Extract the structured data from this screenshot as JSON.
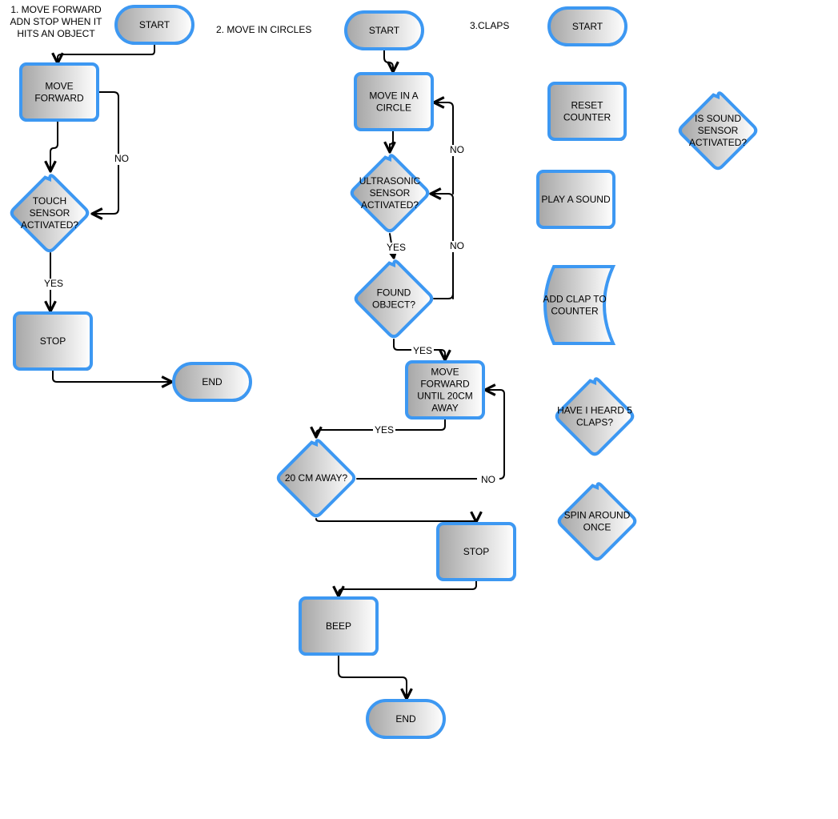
{
  "colors": {
    "border": "#3d98f2",
    "gradient_start": "#a9a9a9",
    "gradient_end": "#ffffff",
    "line": "#000000"
  },
  "titles": {
    "flow1": "1. MOVE FORWARD ADN STOP WHEN IT HITS AN OBJECT",
    "flow1_lines": [
      "1. MOVE FORWARD",
      "ADN STOP WHEN IT",
      "HITS AN OBJECT"
    ],
    "flow2": "2. MOVE IN CIRCLES",
    "flow3": "3.CLAPS"
  },
  "flow1": {
    "nodes": {
      "start": {
        "type": "terminator",
        "text": [
          "START"
        ]
      },
      "move_forward": {
        "type": "process",
        "text": [
          "MOVE",
          "FORWARD"
        ]
      },
      "touch": {
        "type": "decision",
        "text": [
          "TOUCH",
          "SENSOR",
          "ACTIVATED?"
        ]
      },
      "stop": {
        "type": "process",
        "text": [
          "STOP"
        ]
      },
      "end": {
        "type": "terminator",
        "text": [
          "END"
        ]
      }
    },
    "edge_labels": {
      "no": "NO",
      "yes": "YES"
    }
  },
  "flow2": {
    "nodes": {
      "start": {
        "type": "terminator",
        "text": [
          "START"
        ]
      },
      "circle": {
        "type": "process",
        "text": [
          "MOVE IN A",
          "CIRCLE"
        ]
      },
      "ultra": {
        "type": "decision",
        "text": [
          "ULTRASONIC",
          "SENSOR",
          "ACTIVATED?"
        ]
      },
      "found": {
        "type": "decision",
        "text": [
          "FOUND",
          "OBJECT?"
        ]
      },
      "forward": {
        "type": "process",
        "text": [
          "MOVE",
          "FORWARD",
          "UNTIL 20CM",
          "AWAY"
        ]
      },
      "away": {
        "type": "decision",
        "text": [
          "20 CM AWAY?"
        ]
      },
      "stop": {
        "type": "process",
        "text": [
          "STOP"
        ]
      },
      "beep": {
        "type": "process",
        "text": [
          "BEEP"
        ]
      },
      "end": {
        "type": "terminator",
        "text": [
          "END"
        ]
      }
    },
    "edge_labels": {
      "no1": "NO",
      "yes1": "YES",
      "no2": "NO",
      "yes2": "YES",
      "yes3": "YES",
      "no3": "NO"
    }
  },
  "flow3": {
    "nodes": {
      "start": {
        "type": "terminator",
        "text": [
          "START"
        ]
      },
      "reset": {
        "type": "process",
        "text": [
          "RESET",
          "COUNTER"
        ]
      },
      "sound": {
        "type": "decision",
        "text": [
          "IS SOUND",
          "SENSOR",
          "ACTIVATED?"
        ]
      },
      "play": {
        "type": "process",
        "text": [
          "PLAY A SOUND"
        ]
      },
      "add": {
        "type": "stored-data",
        "text": [
          "ADD CLAP TO",
          "COUNTER"
        ]
      },
      "heard": {
        "type": "decision",
        "text": [
          "HAVE I HEARD 5",
          "CLAPS?"
        ]
      },
      "spin": {
        "type": "decision",
        "text": [
          "SPIN AROUND",
          "ONCE"
        ]
      }
    }
  }
}
